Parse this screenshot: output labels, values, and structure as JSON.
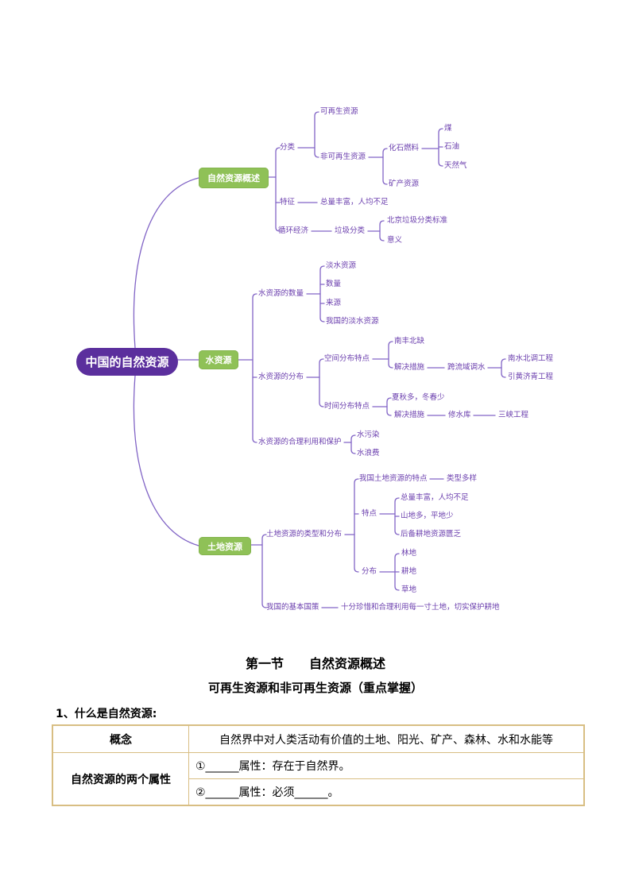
{
  "colors": {
    "mindmap_line": "#8265c6",
    "mindmap_text": "#6b3fae",
    "root_bg": "#5b2f9d",
    "root_text": "#ffffff",
    "branch_bg": "#8fc157",
    "branch_text": "#ffffff",
    "table_border": "#d8be83",
    "body_text": "#000000"
  },
  "mindmap": {
    "root": {
      "label": "中国的自然资源"
    },
    "branches": [
      {
        "label": "自然资源概述",
        "children": [
          {
            "label": "分类",
            "children": [
              {
                "label": "可再生资源"
              },
              {
                "label": "非可再生资源",
                "children": [
                  {
                    "label": "化石燃料",
                    "children": [
                      {
                        "label": "煤"
                      },
                      {
                        "label": "石油"
                      },
                      {
                        "label": "天然气"
                      }
                    ]
                  },
                  {
                    "label": "矿产资源"
                  }
                ]
              }
            ]
          },
          {
            "label": "特征",
            "children": [
              {
                "label": "总量丰富，人均不足"
              }
            ]
          },
          {
            "label": "循环经济",
            "children": [
              {
                "label": "垃圾分类",
                "children": [
                  {
                    "label": "北京垃圾分类标准"
                  },
                  {
                    "label": "意义"
                  }
                ]
              }
            ]
          }
        ]
      },
      {
        "label": "水资源",
        "children": [
          {
            "label": "水资源的数量",
            "children": [
              {
                "label": "淡水资源"
              },
              {
                "label": "数量"
              },
              {
                "label": "来源"
              },
              {
                "label": "我国的淡水资源"
              }
            ]
          },
          {
            "label": "水资源的分布",
            "children": [
              {
                "label": "空间分布特点",
                "children": [
                  {
                    "label": "南丰北缺"
                  },
                  {
                    "label": "解决措施",
                    "children": [
                      {
                        "label": "跨流域调水",
                        "children": [
                          {
                            "label": "南水北调工程"
                          },
                          {
                            "label": "引黄济青工程"
                          }
                        ]
                      }
                    ]
                  }
                ]
              },
              {
                "label": "时间分布特点",
                "children": [
                  {
                    "label": "夏秋多，冬春少"
                  },
                  {
                    "label": "解决措施",
                    "children": [
                      {
                        "label": "修水库",
                        "children": [
                          {
                            "label": "三峡工程"
                          }
                        ]
                      }
                    ]
                  }
                ]
              }
            ]
          },
          {
            "label": "水资源的合理利用和保护",
            "children": [
              {
                "label": "水污染"
              },
              {
                "label": "水浪费"
              }
            ]
          }
        ]
      },
      {
        "label": "土地资源",
        "children": [
          {
            "label": "土地资源的类型和分布",
            "children": [
              {
                "label": "我国土地资源的特点",
                "children": [
                  {
                    "label": "类型多样"
                  }
                ]
              },
              {
                "label": "特点",
                "children": [
                  {
                    "label": "总量丰富，人均不足"
                  },
                  {
                    "label": "山地多，平地少"
                  },
                  {
                    "label": "后备耕地资源匮乏"
                  }
                ]
              },
              {
                "label": "分布",
                "children": [
                  {
                    "label": "林地"
                  },
                  {
                    "label": "耕地"
                  },
                  {
                    "label": "草地"
                  }
                ]
              }
            ]
          },
          {
            "label": "我国的基本国策",
            "children": [
              {
                "label": "十分珍惜和合理利用每一寸土地，切实保护耕地"
              }
            ]
          }
        ]
      }
    ]
  },
  "section": {
    "heading1": "第一节　　自然资源概述",
    "heading2": "可再生资源和非可再生资源（重点掌握）",
    "item1": "1、什么是自然资源:",
    "table": {
      "row1_header": "概念",
      "row1_value": "自然界中对人类活动有价值的土地、阳光、矿产、森林、水和水能等",
      "row2_header": "自然资源的两个属性",
      "row2_value1": "①______属性：存在于自然界。",
      "row2_value2": "②______属性：必须______。"
    }
  }
}
